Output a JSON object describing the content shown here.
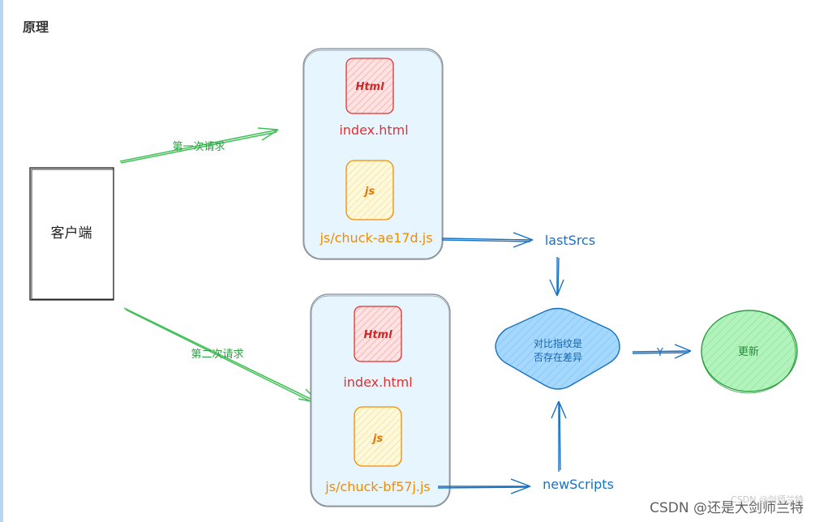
{
  "heading": "原理",
  "client": {
    "label": "客户端"
  },
  "requests": {
    "first": "第一次请求",
    "second": "第二次请求"
  },
  "first_bundle": {
    "html_icon": "Html",
    "html_file": "index.html",
    "js_icon": "js",
    "js_file": "js/chuck-ae17d.js"
  },
  "second_bundle": {
    "html_icon": "Html",
    "html_file": "index.html",
    "js_icon": "js",
    "js_file": "js/chuck-bf57j.js"
  },
  "last_srcs": "lastSrcs",
  "new_scripts": "newScripts",
  "decision": {
    "line1": "对比指纹是",
    "line2": "否存在差异"
  },
  "yes_label": "Y",
  "update": "更新",
  "watermark": "CSDN @还是大剑师兰特",
  "watermark_faint": "CSDN @剑师兰特",
  "colors": {
    "green_arrow": "#2f9e44",
    "blue_arrow": "#1971c2",
    "red_text": "#e03131",
    "orange_text": "#f08c00",
    "bundle_fill": "#e7f5ff",
    "html_icon_fill": "#ffc9c9",
    "js_icon_fill": "#fff3bf",
    "decision_fill": "#a5d8ff",
    "update_fill": "#b2f2bb"
  }
}
